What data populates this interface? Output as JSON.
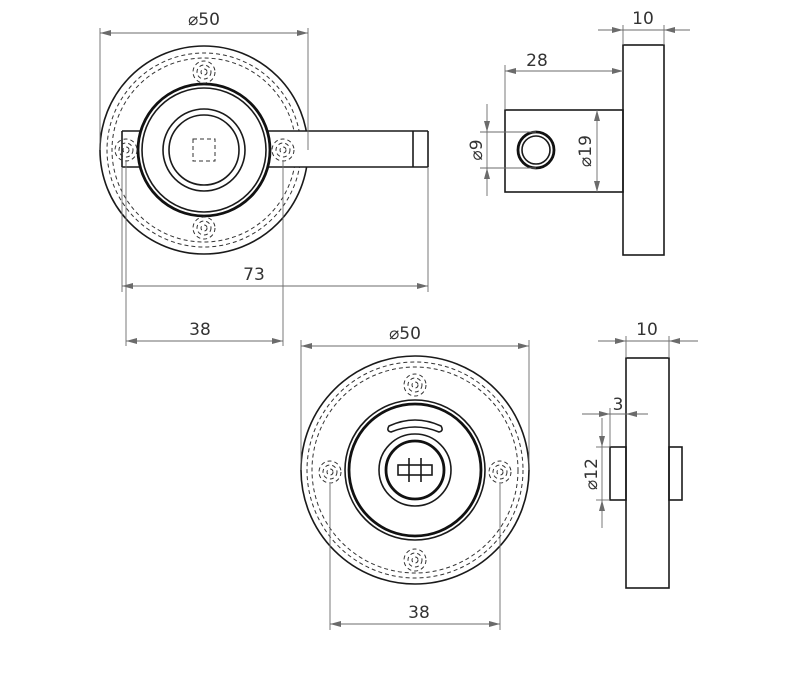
{
  "views": {
    "lever_front": {
      "diameter_label": "⌀50",
      "length_label": "73",
      "spacing_label": "38"
    },
    "lever_side": {
      "thickness_label": "10",
      "spindle_length_label": "28",
      "hole_label": "⌀9",
      "boss_label": "⌀19"
    },
    "indicator_front": {
      "diameter_label": "⌀50",
      "spacing_label": "38"
    },
    "indicator_side": {
      "thickness_label": "10",
      "offset_label": "3",
      "boss_label": "⌀12"
    }
  },
  "colors": {
    "line": "#1a1a1a",
    "dimension": "#6b6b6b",
    "background": "#ffffff"
  }
}
